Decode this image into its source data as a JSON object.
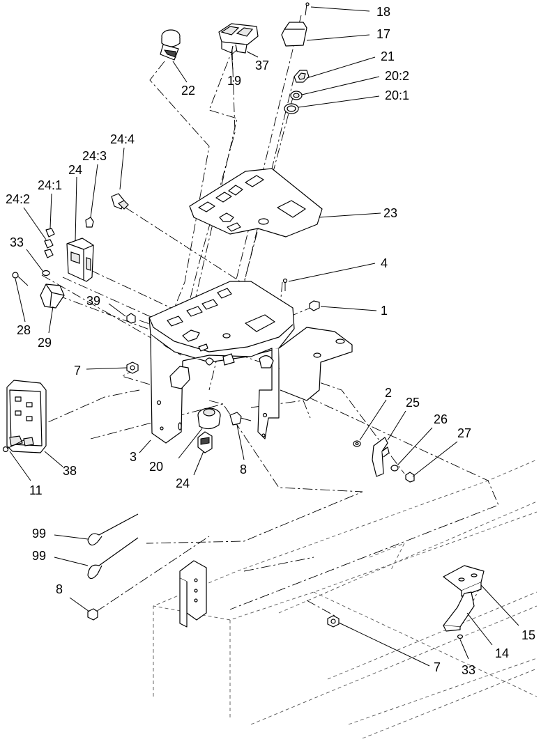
{
  "callouts": [
    {
      "id": "c18",
      "text": "18"
    },
    {
      "id": "c17",
      "text": "17"
    },
    {
      "id": "c21",
      "text": "21"
    },
    {
      "id": "c20_2",
      "text": "20:2"
    },
    {
      "id": "c20_1",
      "text": "20:1"
    },
    {
      "id": "c22",
      "text": "22"
    },
    {
      "id": "c19",
      "text": "19"
    },
    {
      "id": "c37",
      "text": "37"
    },
    {
      "id": "c24_4",
      "text": "24:4"
    },
    {
      "id": "c24_3",
      "text": "24:3"
    },
    {
      "id": "c24",
      "text": "24"
    },
    {
      "id": "c24_1",
      "text": "24:1"
    },
    {
      "id": "c24_2",
      "text": "24:2"
    },
    {
      "id": "c23",
      "text": "23"
    },
    {
      "id": "c33a",
      "text": "33"
    },
    {
      "id": "c4",
      "text": "4"
    },
    {
      "id": "c1",
      "text": "1"
    },
    {
      "id": "c39",
      "text": "39"
    },
    {
      "id": "c28",
      "text": "28"
    },
    {
      "id": "c29",
      "text": "29"
    },
    {
      "id": "c7a",
      "text": "7"
    },
    {
      "id": "c2",
      "text": "2"
    },
    {
      "id": "c25",
      "text": "25"
    },
    {
      "id": "c26",
      "text": "26"
    },
    {
      "id": "c27",
      "text": "27"
    },
    {
      "id": "c3",
      "text": "3"
    },
    {
      "id": "c20",
      "text": "20"
    },
    {
      "id": "c8a",
      "text": "8"
    },
    {
      "id": "c24b",
      "text": "24"
    },
    {
      "id": "c11",
      "text": "11"
    },
    {
      "id": "c38",
      "text": "38"
    },
    {
      "id": "c99a",
      "text": "99"
    },
    {
      "id": "c99b",
      "text": "99"
    },
    {
      "id": "c8b",
      "text": "8"
    },
    {
      "id": "c7b",
      "text": "7"
    },
    {
      "id": "c15",
      "text": "15"
    },
    {
      "id": "c14",
      "text": "14"
    },
    {
      "id": "c33b",
      "text": "33"
    }
  ]
}
